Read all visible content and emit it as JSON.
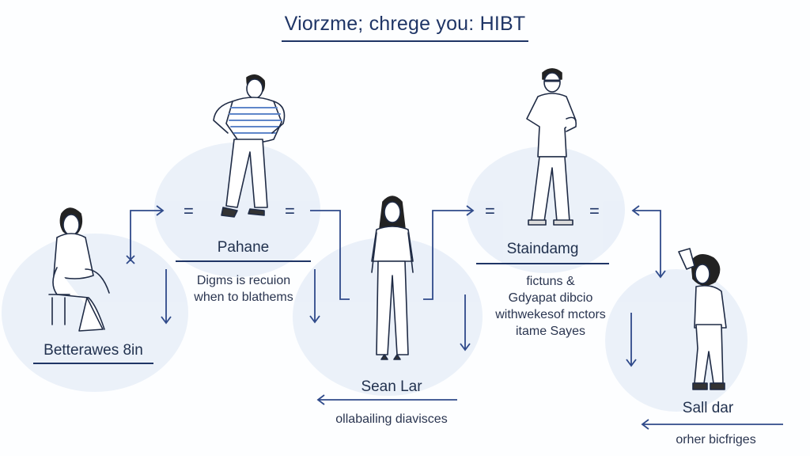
{
  "title": "Viorzme; chrege you: HIBT",
  "colors": {
    "ink": "#1f3566",
    "blob": "#e7eef8",
    "arrow": "#2f4a8a",
    "stripe": "#5f86c9"
  },
  "people": [
    {
      "name": "Betterawes 8in",
      "description": []
    },
    {
      "name": "Pahane",
      "description": [
        "Digms is recuion",
        "when to blathems"
      ]
    },
    {
      "name": "Sean Lar",
      "description": [
        "ollabailing diavisces"
      ]
    },
    {
      "name": "Staindamg",
      "description": [
        "fictuns &",
        "Gdyapat dibcio",
        "withwekesof mctors",
        "itame Sayes"
      ]
    },
    {
      "name": "Sall dar",
      "description": [
        "orher bicfriges"
      ]
    }
  ],
  "connector_symbol": "="
}
